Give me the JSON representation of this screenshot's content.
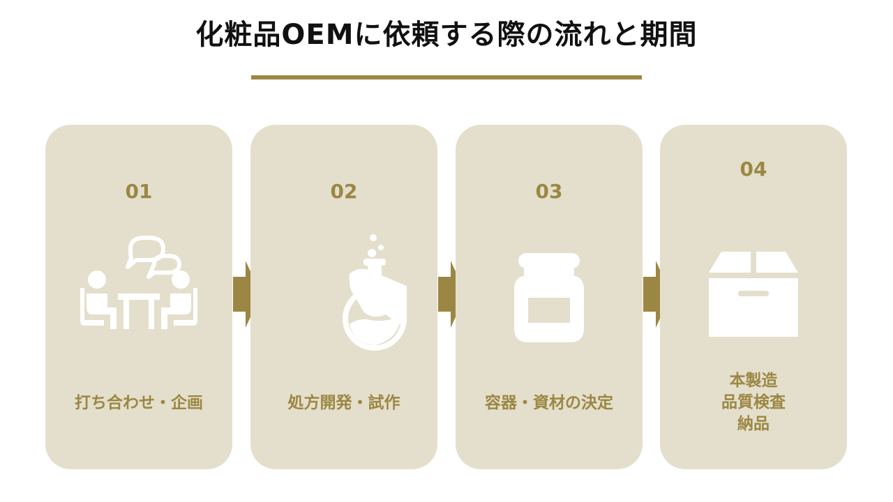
{
  "title": "化粧品OEMに依頼する際の流れと期間",
  "colors": {
    "accent": "#9b8743",
    "card_bg": "#e4dfcc",
    "icon": "#ffffff",
    "title": "#111111"
  },
  "steps": [
    {
      "number": "01",
      "label": "打ち合わせ・企画",
      "icon": "meeting-icon"
    },
    {
      "number": "02",
      "label": "処方開発・試作",
      "icon": "flask-icon"
    },
    {
      "number": "03",
      "label": "容器・資材の決定",
      "icon": "jar-icon"
    },
    {
      "number": "04",
      "label_lines": [
        "本製造",
        "品質検査",
        "納品"
      ],
      "icon": "box-icon"
    }
  ]
}
